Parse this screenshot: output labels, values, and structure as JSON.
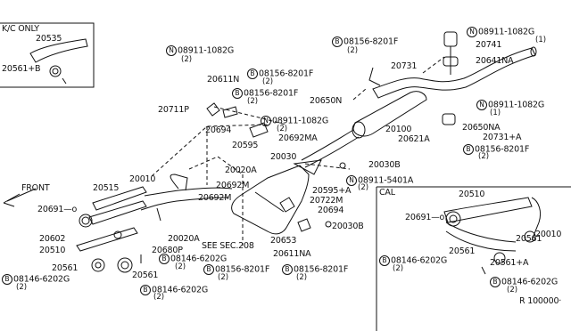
{
  "inset_kc": {
    "title": "K/C ONLY",
    "parts": [
      "20535",
      "20561+B"
    ]
  },
  "inset_cal": {
    "title": "CAL",
    "parts": [
      "20510",
      "20691—o",
      "20010",
      "20561",
      "20561",
      "20561+A",
      "08146-6202G",
      "(2)"
    ]
  },
  "front_label": "FRONT",
  "see_sec": "SEE SEC.208",
  "footer_code": "R 100000·",
  "labels": {
    "p20711p": "20711P",
    "p20694a": "20694",
    "p20611n": "20611N",
    "p20595": "20595",
    "p20650n": "20650N",
    "p20731": "20731",
    "p20692ma": "20692MA",
    "p20100": "20100",
    "p20621a": "20621A",
    "p20741": "20741",
    "p20641na": "20641NA",
    "p20650na": "20650NA",
    "p20731a": "20731+A",
    "p20030b_a": "20030B",
    "p20030": "20030",
    "p20020a": "20020A",
    "p20010": "20010",
    "p20515": "20515",
    "p20692m_a": "20692M",
    "p20692m_b": "20692M",
    "p20595a": "20595+A",
    "p20722m": "20722M",
    "p20694b": "20694",
    "p20030b_b": "20030B",
    "p20653": "20653",
    "p20611na": "20611NA",
    "p20691": "20691—o",
    "p20602": "20602",
    "p20510": "20510",
    "p20020a_b": "20020A",
    "p20680p": "20680P",
    "p20561a": "20561",
    "p20561b": "20561"
  },
  "callouts": {
    "n_top_mid": {
      "sym": "N",
      "part": "08911-1082G",
      "qty": "(2)"
    },
    "b_top_mid": {
      "sym": "B",
      "part": "08156-8201F",
      "qty": "(2)"
    },
    "b_mid_a": {
      "sym": "B",
      "part": "08156-8201F",
      "qty": "(2)"
    },
    "b_mid_b": {
      "sym": "B",
      "part": "08156-8201F",
      "qty": "(2)"
    },
    "n_mid": {
      "sym": "N",
      "part": "08911-1082G",
      "qty": "(2)"
    },
    "n_top_right": {
      "sym": "N",
      "part": "08911-1082G",
      "qty": "(1)"
    },
    "n_right": {
      "sym": "N",
      "part": "08911-1082G",
      "qty": "(1)"
    },
    "b_right": {
      "sym": "B",
      "part": "08156-8201F",
      "qty": "(2)"
    },
    "n_5401a": {
      "sym": "N",
      "part": "08911-5401A",
      "qty": "(2)"
    },
    "b_lower_left": {
      "sym": "B",
      "part": "08146-6202G",
      "qty": "(2)"
    },
    "b_lower_left2": {
      "sym": "B",
      "part": "08146-6202G",
      "qty": "(2)"
    },
    "b_bottom_left": {
      "sym": "B",
      "part": "08146-6202G",
      "qty": "(2)"
    },
    "b_bottom_mid": {
      "sym": "B",
      "part": "08156-8201F",
      "qty": "(2)"
    },
    "b_bottom_mid2": {
      "sym": "B",
      "part": "08156-8201F",
      "qty": "(2)"
    },
    "b_cal": {
      "sym": "B",
      "part": "08146-6202G",
      "qty": "(2)"
    }
  }
}
